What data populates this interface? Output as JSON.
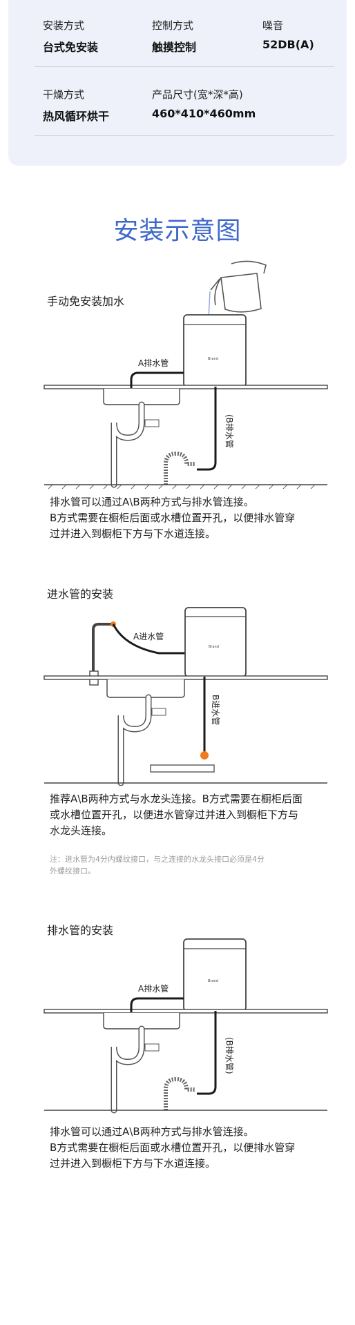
{
  "specs": {
    "row1": [
      {
        "label": "安装方式",
        "value": "台式免安装"
      },
      {
        "label": "控制方式",
        "value": "触摸控制"
      },
      {
        "label": "噪音",
        "value": "52DB(A)"
      }
    ],
    "row2": [
      {
        "label": "干燥方式",
        "value": "热风循环烘干"
      },
      {
        "label": "产品尺寸(宽*深*高)",
        "value": "460*410*460mm"
      }
    ]
  },
  "title": "安装示意图",
  "section1": {
    "title": "手动免安装加水",
    "label_a": "A排水管",
    "label_b": "(B排水管",
    "desc_lines": [
      "排水管可以通过A\\B两种方式与排水管连接。",
      "B方式需要在橱柜后面或水槽位置开孔，以便排水管穿",
      "过并进入到橱柜下方与下水道连接。"
    ]
  },
  "section2": {
    "title": "进水管的安装",
    "label_a": "A进水管",
    "label_b": "B进水管",
    "desc_lines": [
      "推荐A\\B两种方式与水龙头连接。B方式需要在橱柜后面",
      "或水槽位置开孔，以便进水管穿过并进入到橱柜下方与",
      "水龙头连接。"
    ],
    "note_lines": [
      "注：进水管为4分内螺纹接口，与之连接的水龙头接口必须是4分",
      "      外螺纹接口。"
    ]
  },
  "section3": {
    "title": "排水管的安装",
    "label_a": "A排水管",
    "label_b": "(B排水管)",
    "desc_lines": [
      "排水管可以通过A\\B两种方式与排水管连接。",
      "B方式需要在橱柜后面或水槽位置开孔，以便排水管穿",
      "过并进入到橱柜下方与下水道连接。"
    ]
  },
  "colors": {
    "accent": "#3e68c9",
    "hose": "#1a1a1a",
    "fitting": "#f07a1e"
  }
}
